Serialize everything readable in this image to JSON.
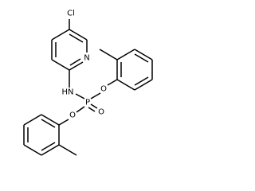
{
  "molecule": {
    "atoms": {
      "cl": "Cl",
      "n_ring": "N",
      "nh": "HN",
      "o_left": "O",
      "o_right": "O",
      "o_double": "O",
      "p": "P"
    },
    "colors": {
      "bond": "#000000",
      "label": "#000000",
      "background": "#ffffff"
    }
  }
}
